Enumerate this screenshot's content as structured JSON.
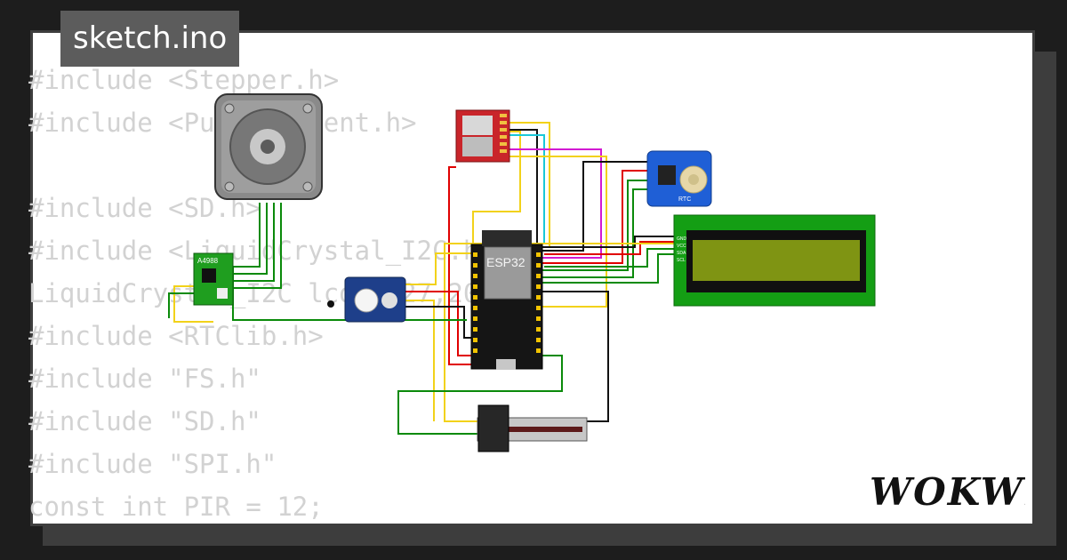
{
  "app": {
    "sketch_title": "sketch.ino",
    "brand": "WOKWi"
  },
  "code_lines": [
    "#include <Stepper.h>",
    "#include <PubSubClient.h>",
    "",
    "#include <SD.h>",
    "#include <LiquidCrystal_I2C.h>",
    "LiquidCrystal_I2C lcd(0x27,20,4);",
    "#include <RTClib.h>",
    "#include \"FS.h\"",
    "#include \"SD.h\"",
    "#include \"SPI.h\"",
    "const int PIR = 12;"
  ],
  "components": {
    "a4988_label": "A4988",
    "esp32_label": "ESP32",
    "rtc_label": "RTC",
    "lcd_pins": [
      "GND",
      "VCC",
      "SDA",
      "SCL"
    ]
  },
  "colors": {
    "background": "#1d1d1d",
    "card": "#ffffff",
    "title_tab": "#5c5c5c",
    "code_text": "#d2d2d2",
    "wire_red": "#e00000",
    "wire_black": "#111111",
    "wire_green": "#0a8a0a",
    "wire_yellow": "#f2d21a",
    "wire_cyan": "#18c8d8",
    "wire_magenta": "#d21ad2",
    "lcd_board": "#149e14",
    "lcd_screen": "#7f9413"
  }
}
